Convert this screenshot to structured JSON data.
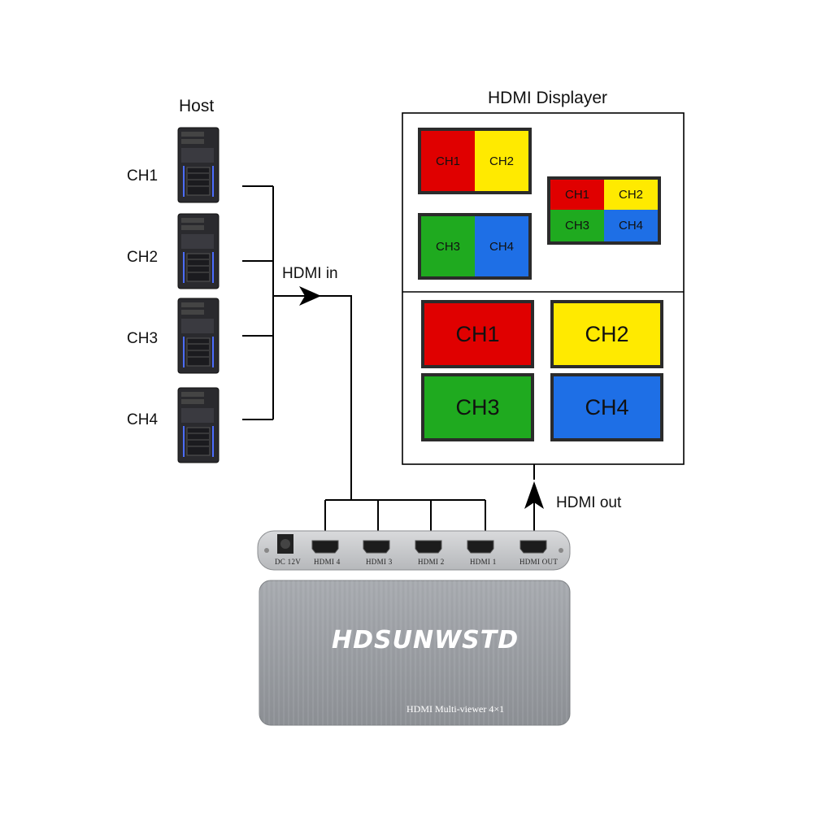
{
  "host": {
    "title": "Host",
    "channels": [
      "CH1",
      "CH2",
      "CH3",
      "CH4"
    ]
  },
  "connections": {
    "hdmi_in": "HDMI in",
    "hdmi_out": "HDMI out"
  },
  "displayer": {
    "title": "HDMI Displayer",
    "split_2x2_left": [
      {
        "label": "CH1",
        "color": "#e00000"
      },
      {
        "label": "CH2",
        "color": "#ffea00"
      },
      {
        "label": "CH3",
        "color": "#1faa1f"
      },
      {
        "label": "CH4",
        "color": "#1e6fe6"
      }
    ],
    "quad_small": [
      {
        "label": "CH1",
        "color": "#e00000"
      },
      {
        "label": "CH2",
        "color": "#ffea00"
      },
      {
        "label": "CH3",
        "color": "#1faa1f"
      },
      {
        "label": "CH4",
        "color": "#1e6fe6"
      }
    ],
    "full_screens": [
      {
        "label": "CH1",
        "color": "#e00000"
      },
      {
        "label": "CH2",
        "color": "#ffea00"
      },
      {
        "label": "CH3",
        "color": "#1faa1f"
      },
      {
        "label": "CH4",
        "color": "#1e6fe6"
      }
    ]
  },
  "device": {
    "ports": [
      {
        "label": "DC 12V"
      },
      {
        "label": "HDMI 4"
      },
      {
        "label": "HDMI 3"
      },
      {
        "label": "HDMI 2"
      },
      {
        "label": "HDMI 1"
      },
      {
        "label": "HDMI OUT"
      }
    ],
    "brand": "HDSUNWSTD",
    "model": "HDMI Multi-viewer 4×1"
  }
}
